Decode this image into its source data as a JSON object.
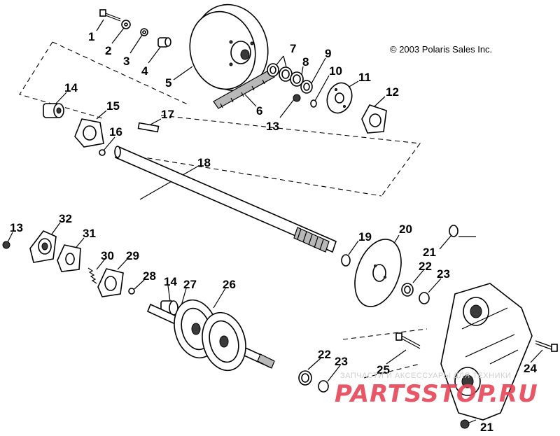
{
  "copyright": "© 2003 Polaris Sales Inc.",
  "watermark": {
    "top_text": "ЗАПЧАСТИ И АКСЕССУАРЫ ДЛЯ ТЕХНИКИ",
    "brand_text": "PARTSSTOP.RU"
  },
  "callouts": [
    "1",
    "2",
    "3",
    "4",
    "5",
    "6",
    "7",
    "8",
    "9",
    "10",
    "11",
    "12",
    "13",
    "14",
    "15",
    "16",
    "17",
    "18",
    "13",
    "32",
    "31",
    "30",
    "29",
    "28",
    "14",
    "27",
    "26",
    "19",
    "20",
    "21",
    "22",
    "23",
    "22",
    "23",
    "25",
    "24",
    "21"
  ]
}
